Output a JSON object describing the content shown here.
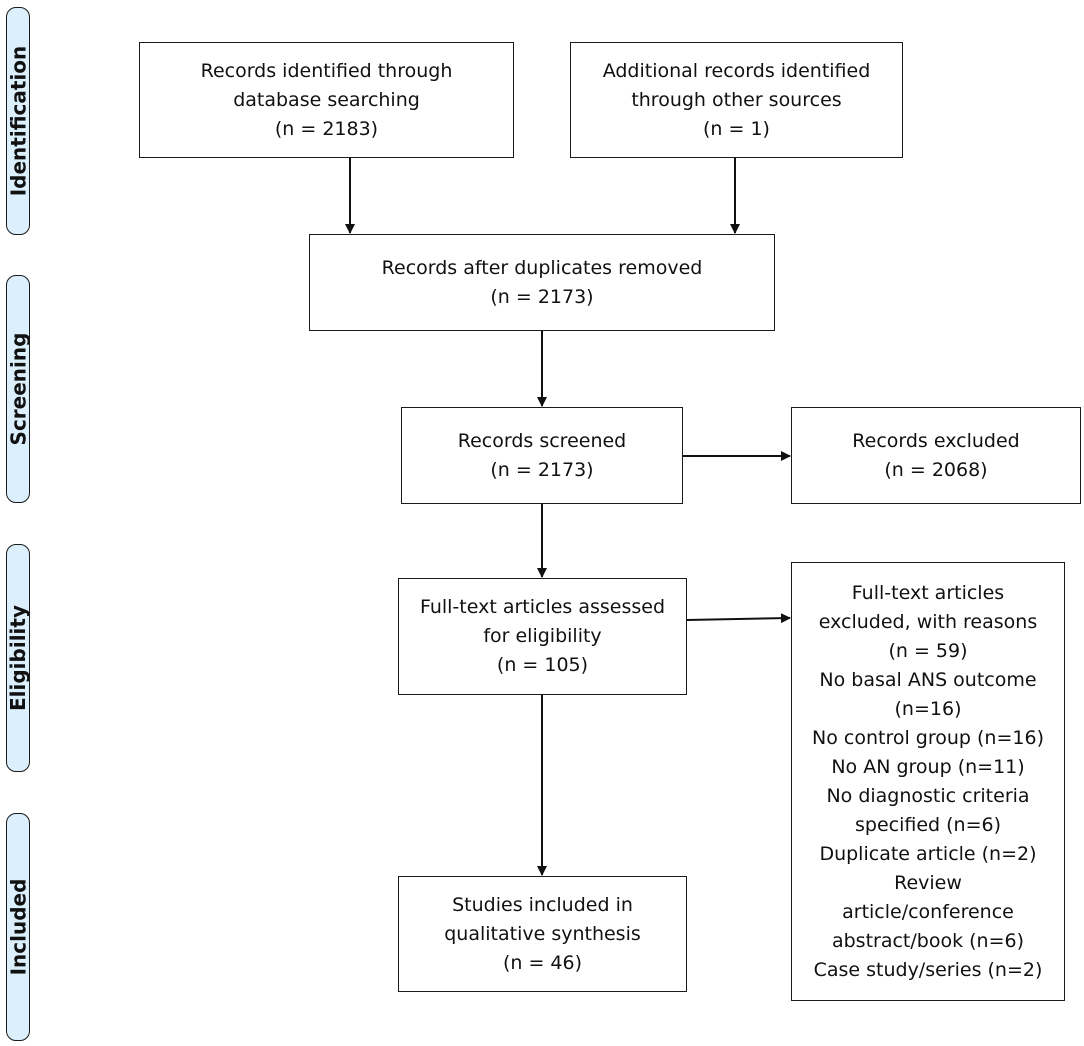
{
  "stages": {
    "identification": "Identification",
    "screening": "Screening",
    "eligibility": "Eligibility",
    "included": "Included"
  },
  "boxes": {
    "database": [
      "Records identified through",
      "database searching",
      "(n = 2183)"
    ],
    "other_sources": [
      "Additional records identified",
      "through other sources",
      "(n = 1)"
    ],
    "after_duplicates": [
      "Records after duplicates removed",
      "(n = 2173)"
    ],
    "screened": [
      "Records screened",
      "(n = 2173)"
    ],
    "excluded": [
      "Records excluded",
      "(n = 2068)"
    ],
    "full_text": [
      "Full-text articles assessed",
      "for eligibility",
      "(n = 105)"
    ],
    "full_text_excluded": [
      "Full-text articles",
      "excluded, with reasons",
      "(n = 59)",
      "No basal ANS outcome",
      "(n=16)",
      "No control group (n=16)",
      "No AN group (n=11)",
      "No diagnostic criteria",
      "specified (n=6)",
      "Duplicate article (n=2)",
      "Review",
      "article/conference",
      "abstract/book (n=6)",
      "Case study/series (n=2)"
    ],
    "included": [
      "Studies included in",
      "qualitative synthesis",
      "(n = 46)"
    ]
  }
}
